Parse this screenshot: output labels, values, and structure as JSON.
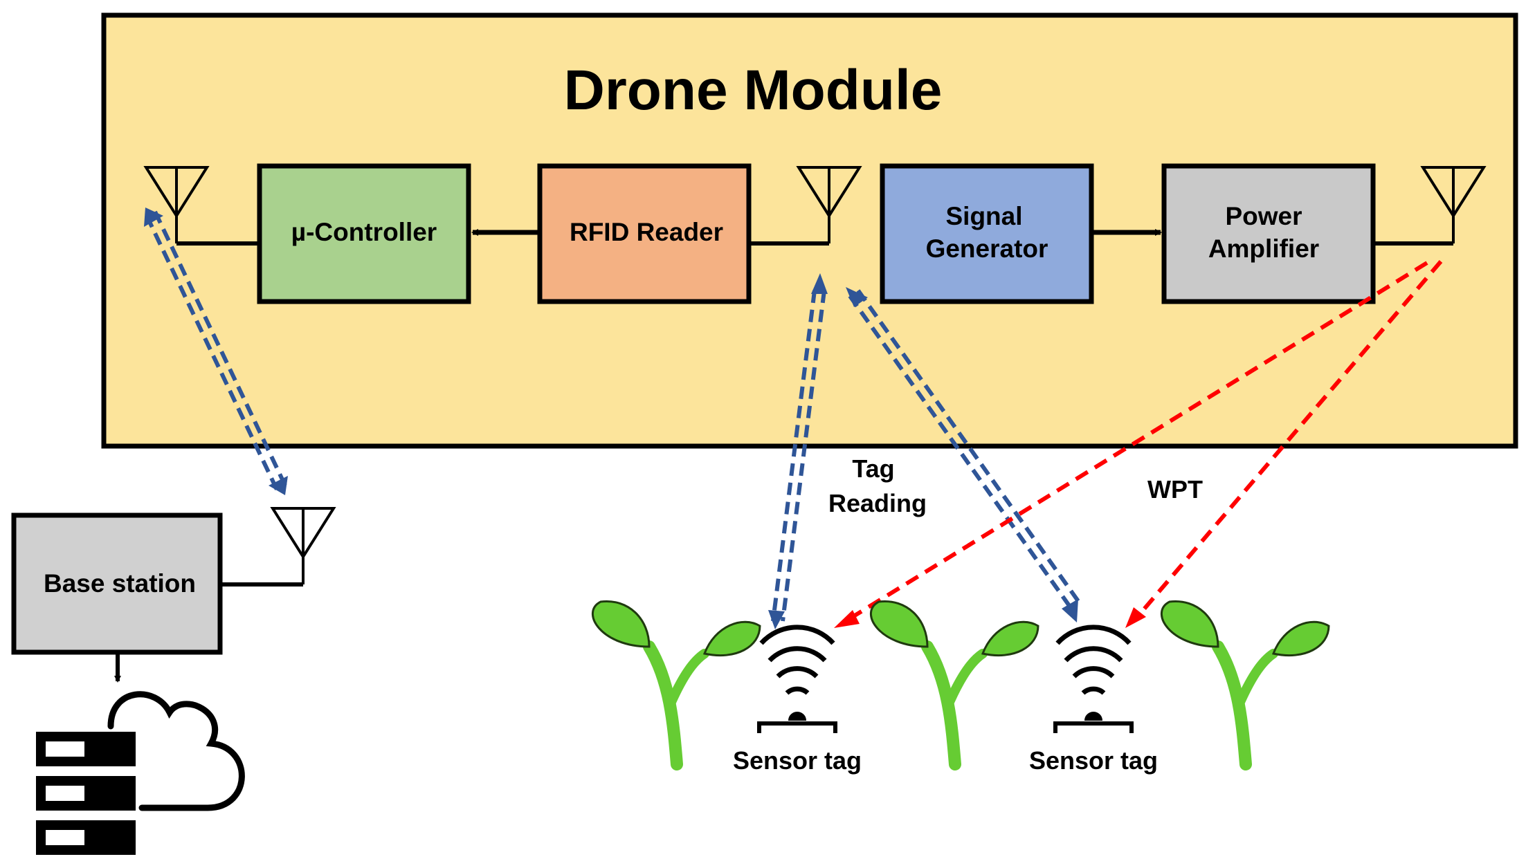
{
  "diagram": {
    "module_title": "Drone Module",
    "blocks": {
      "controller": "µ-Controller",
      "rfid_reader": "RFID Reader",
      "signal_generator": [
        "Signal",
        "Generator"
      ],
      "power_amplifier": [
        "Power",
        "Amplifier"
      ],
      "base_station": "Base station"
    },
    "labels": {
      "tag_reading": [
        "Tag",
        "Reading"
      ],
      "wpt": "WPT",
      "sensor_tag_1": "Sensor tag",
      "sensor_tag_2": "Sensor tag"
    },
    "colors": {
      "module_fill": "#FCE49B",
      "controller_fill": "#A9D18E",
      "rfid_fill": "#F4B183",
      "signal_gen_fill": "#8FAADC",
      "power_amp_fill": "#C9C9C9",
      "base_station_fill": "#D0D0D0",
      "data_link": "#2F5597",
      "wpt_link": "#FF0000",
      "plant": "#66CC33",
      "plant_dark": "#1F3A0F"
    },
    "icons": [
      "antenna-icon",
      "plant-icon",
      "wifi-signal-icon",
      "cloud-icon",
      "server-icon"
    ]
  }
}
